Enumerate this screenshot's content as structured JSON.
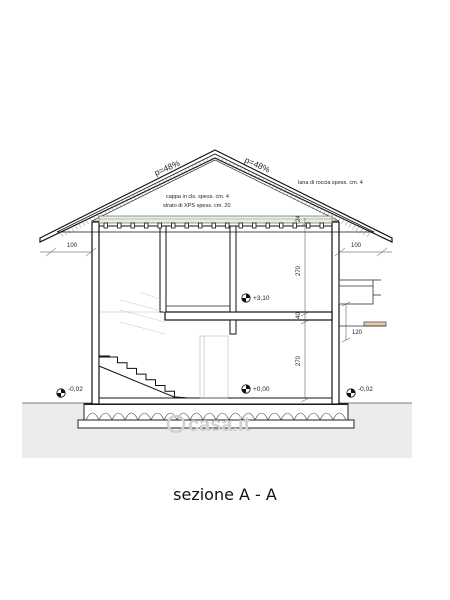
{
  "drawing": {
    "caption": "sezione A - A",
    "watermark": "casa.it",
    "roof": {
      "slope_left": "p=48%",
      "slope_right": "p=48%",
      "insulation_note": "lana di roccia spess. cm. 4",
      "layer_note_1": "cappa in cls. spess. cm. 4",
      "layer_note_2": "strato di XPS spess. cm. 20"
    },
    "dimensions": {
      "eave_left": "100",
      "eave_right": "100",
      "roof_thickness": "24",
      "upper_floor_height": "270",
      "floor_slab": "40",
      "ground_floor_height": "270",
      "balcony": "120"
    },
    "levels": {
      "upper_floor": "+3,10",
      "ground_floor": "+0,00",
      "exterior_left": "-0,02",
      "exterior_right": "-0,02"
    }
  }
}
